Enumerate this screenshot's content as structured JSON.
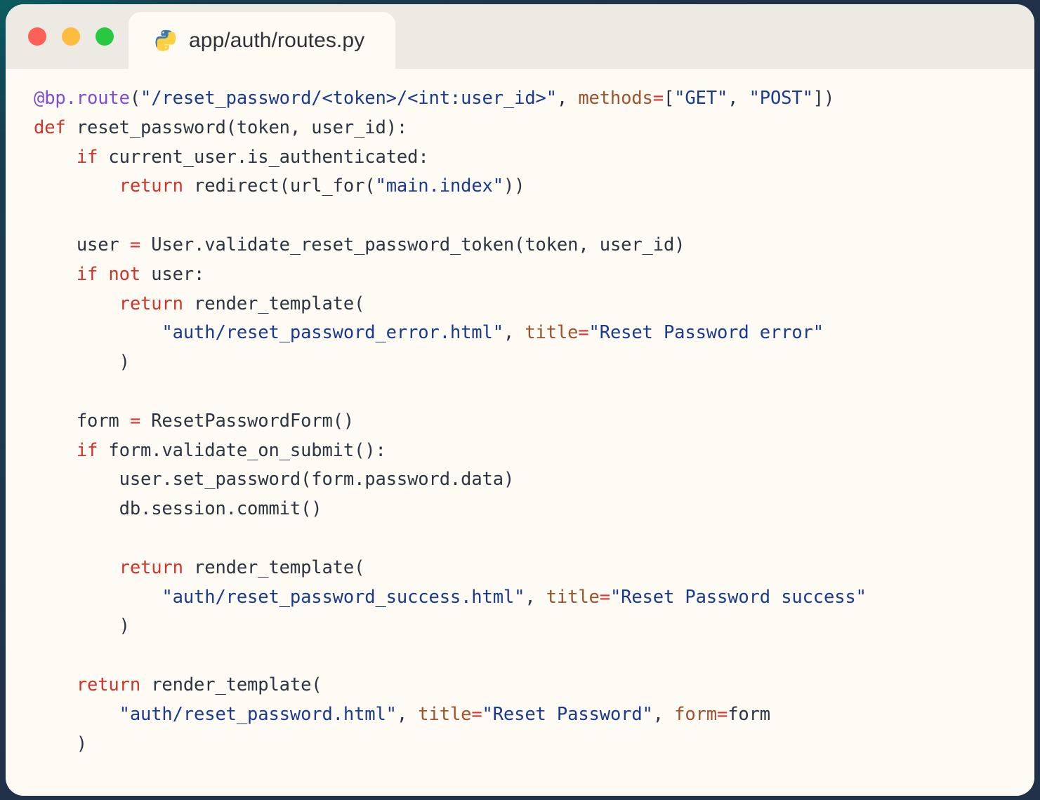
{
  "window": {
    "traffic_lights": [
      {
        "name": "close",
        "color": "#FC6058"
      },
      {
        "name": "minimize",
        "color": "#FDBC40"
      },
      {
        "name": "maximize",
        "color": "#28C840"
      }
    ],
    "tab": {
      "icon": "python-icon",
      "title": "app/auth/routes.py"
    }
  },
  "theme": {
    "backdrop": "#22314a",
    "titlebar_bg": "#EDEAE3",
    "editor_bg": "#FDFBF3",
    "plain": "#2B3440",
    "keyword": "#D0342C",
    "function": "#8B4FE0",
    "decorator": "#7C4DDB",
    "string": "#1A3A8F",
    "kwarg": "#A0522D",
    "operator": "#E03030"
  },
  "editor": {
    "language": "python",
    "filename": "app/auth/routes.py",
    "lines": [
      "@bp.route(\"/reset_password/<token>/<int:user_id>\", methods=[\"GET\", \"POST\"])",
      "def reset_password(token, user_id):",
      "    if current_user.is_authenticated:",
      "        return redirect(url_for(\"main.index\"))",
      "",
      "    user = User.validate_reset_password_token(token, user_id)",
      "    if not user:",
      "        return render_template(",
      "            \"auth/reset_password_error.html\", title=\"Reset Password error\"",
      "        )",
      "",
      "    form = ResetPasswordForm()",
      "    if form.validate_on_submit():",
      "        user.set_password(form.password.data)",
      "        db.session.commit()",
      "",
      "        return render_template(",
      "            \"auth/reset_password_success.html\", title=\"Reset Password success\"",
      "        )",
      "",
      "    return render_template(",
      "        \"auth/reset_password.html\", title=\"Reset Password\", form=form",
      "    )"
    ]
  }
}
